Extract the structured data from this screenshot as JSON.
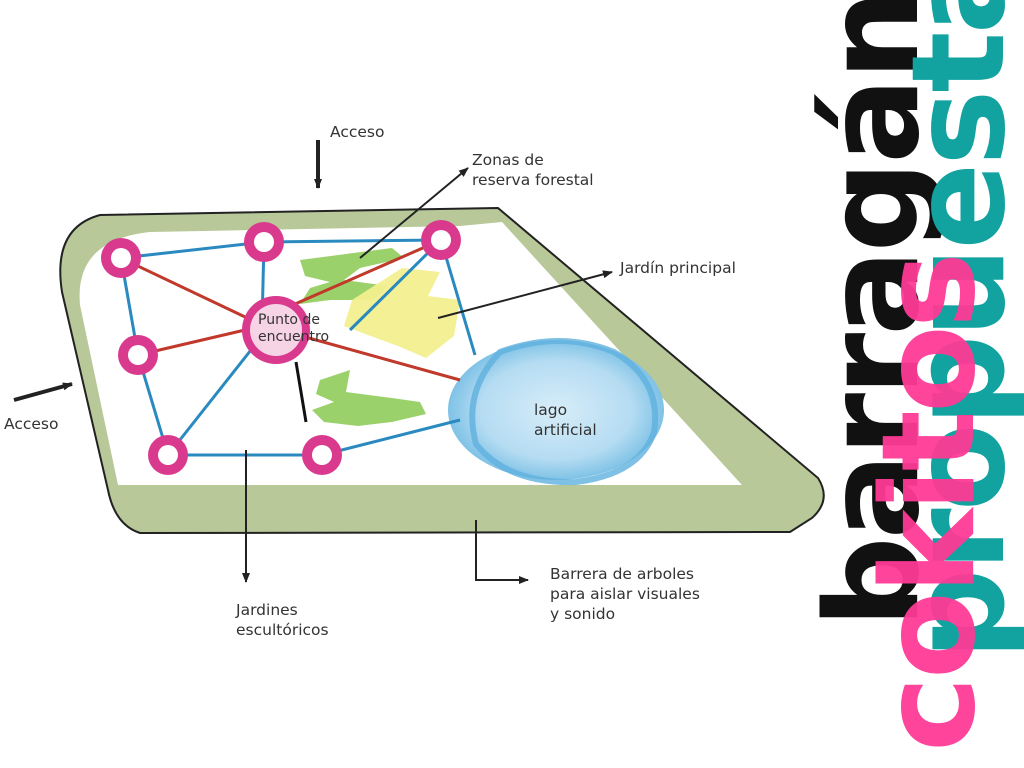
{
  "labels": {
    "acceso_top": "Acceso",
    "acceso_left": "Acceso",
    "zonas": [
      "Zonas de",
      "reserva forestal"
    ],
    "jardin_principal": "Jardín principal",
    "punto": [
      "Punto de",
      "encuentro"
    ],
    "lago": [
      "lago",
      "artificial"
    ],
    "barrera": [
      "Barrera de arboles",
      "para aislar visuales",
      "y sonido"
    ],
    "jardines": [
      "Jardines",
      "escultóricos"
    ]
  },
  "vertical_words": {
    "word1": "barragán",
    "word2": "propuesta",
    "word3": "cokitos"
  },
  "colors": {
    "node": "#d93a8e",
    "blue_link": "#2a8ac0",
    "red_link": "#c0392b",
    "tree_barrier": "#b8c898",
    "forest": "#96cf63",
    "garden": "#f2ef8f",
    "lake": "#7fc2e6",
    "word1": "#111111",
    "word2": "#12a3a1",
    "word3": "#ff3a96"
  },
  "icons": [
    "arrow-icon",
    "node-icon"
  ]
}
